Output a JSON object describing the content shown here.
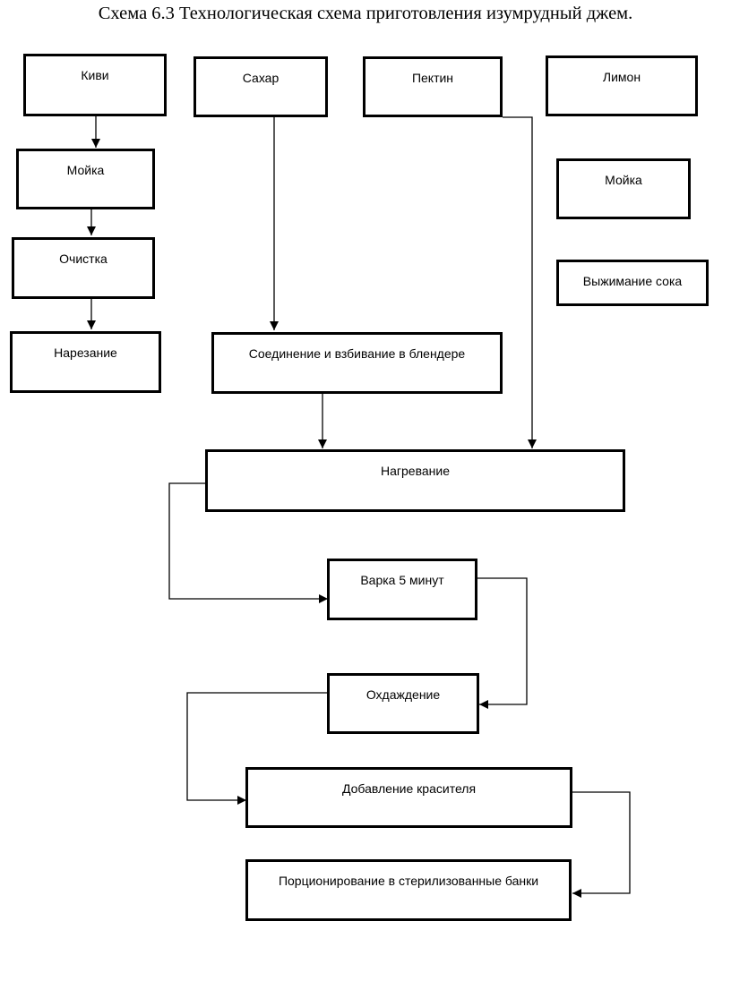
{
  "title": "Схема 6.3 Технологическая схема приготовления изумрудный джем.",
  "nodes": {
    "kiwi": "Киви",
    "sugar": "Сахар",
    "pectin": "Пектин",
    "lemon": "Лимон",
    "wash_kiwi": "Мойка",
    "wash_lemon": "Мойка",
    "peel": "Очистка",
    "juice": "Выжимание сока",
    "cut": "Нарезание",
    "blend": "Соединение и взбивание в блендере",
    "heat": "Нагревание",
    "boil": "Варка 5 минут",
    "cool": "Охдаждение",
    "dye": "Добавление красителя",
    "portion": "Порционирование в стерилизованные банки"
  }
}
